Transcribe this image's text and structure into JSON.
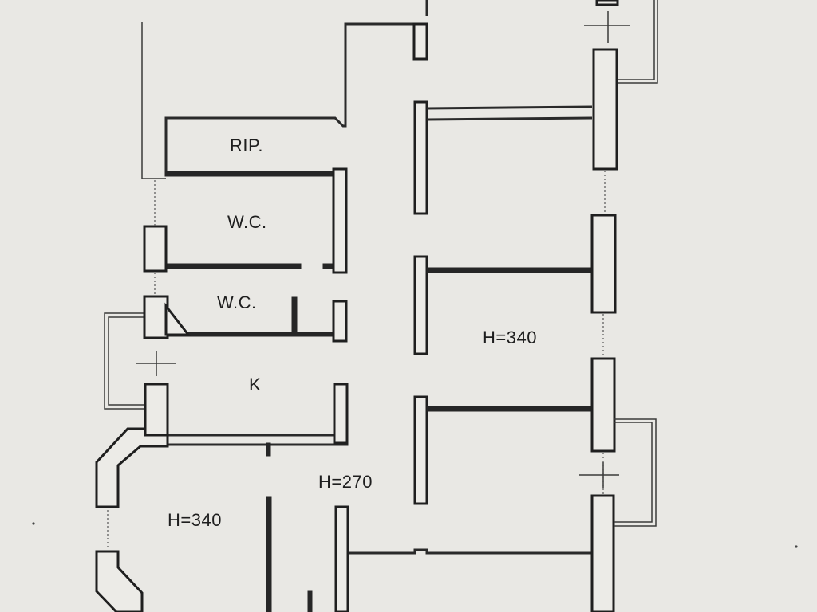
{
  "rooms": {
    "rip": "RIP.",
    "wc_upper": "W.C.",
    "wc_lower": "W.C.",
    "kitchen": "K",
    "height_right": "H=340",
    "height_corridor": "H=270",
    "height_left": "H=340"
  }
}
